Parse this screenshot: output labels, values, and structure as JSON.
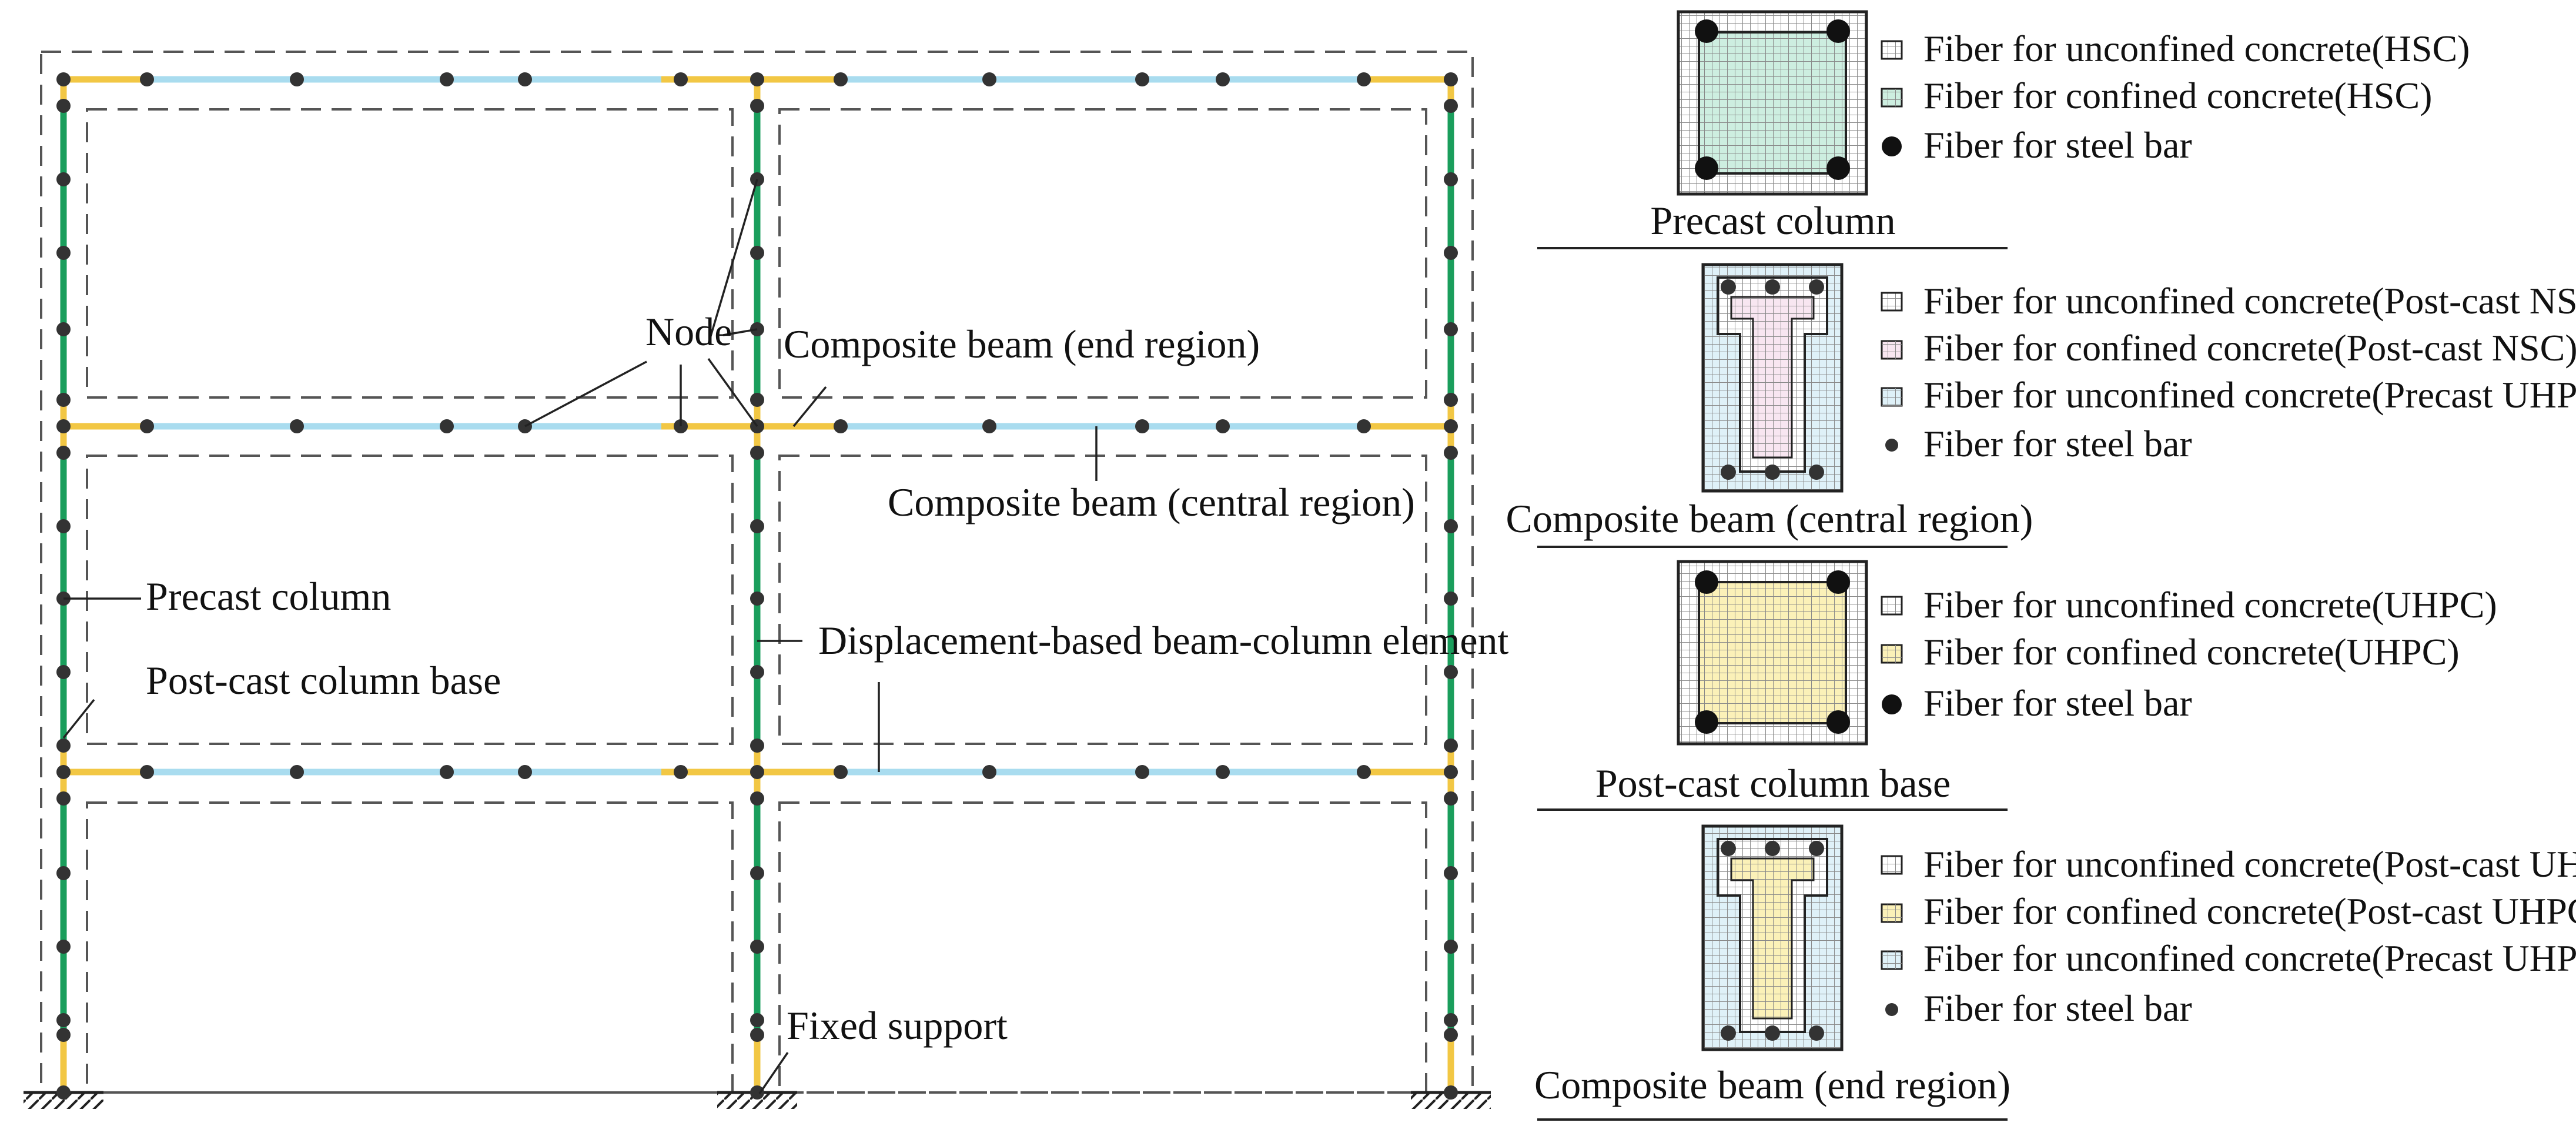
{
  "frame": {
    "labels": {
      "node": "Node",
      "composite_end": "Composite beam (end region)",
      "composite_central": "Composite beam (central region)",
      "precast_column": "Precast column",
      "post_cast_base": "Post-cast column base",
      "displacement_element": "Displacement-based beam-column element",
      "fixed_support": "Fixed support"
    }
  },
  "sections": [
    {
      "caption": "Precast  column",
      "legend": [
        {
          "kind": "grid",
          "fill": "#ffffff",
          "text": "Fiber for unconfined concrete(HSC)"
        },
        {
          "kind": "grid",
          "fill": "#cdeee0",
          "text": "Fiber for confined concrete(HSC)"
        },
        {
          "kind": "bar",
          "text": "Fiber for steel bar"
        }
      ]
    },
    {
      "caption": "Composite beam (central region)",
      "legend": [
        {
          "kind": "grid",
          "fill": "#ffffff",
          "text": "Fiber for unconfined concrete(Post-cast NSC)"
        },
        {
          "kind": "grid",
          "fill": "#f8e6f1",
          "text": "Fiber for confined concrete(Post-cast NSC)"
        },
        {
          "kind": "grid",
          "fill": "#dff1f8",
          "text": "Fiber for unconfined concrete(Precast UHPC)"
        },
        {
          "kind": "smallbar",
          "text": "Fiber for steel bar"
        }
      ]
    },
    {
      "caption": "Post-cast column base",
      "legend": [
        {
          "kind": "grid",
          "fill": "#ffffff",
          "text": "Fiber for unconfined concrete(UHPC)"
        },
        {
          "kind": "grid",
          "fill": "#fbf1b8",
          "text": "Fiber for confined concrete(UHPC)"
        },
        {
          "kind": "bar",
          "text": "Fiber for steel bar"
        }
      ]
    },
    {
      "caption": "Composite beam (end region)",
      "legend": [
        {
          "kind": "grid",
          "fill": "#ffffff",
          "text": "Fiber for unconfined concrete(Post-cast UHPC)"
        },
        {
          "kind": "grid",
          "fill": "#fbf1b8",
          "text": "Fiber for confined concrete(Post-cast UHPC)"
        },
        {
          "kind": "grid",
          "fill": "#dff1f8",
          "text": "Fiber for unconfined concrete(Precast UHPC)"
        },
        {
          "kind": "smallbar",
          "text": "Fiber for steel bar"
        }
      ]
    }
  ],
  "colors": {
    "column_green": "#1a9e5c",
    "end_yellow": "#f2c744",
    "beam_blue": "#a9dcef",
    "node": "#333333",
    "dash": "#555555",
    "grid_line": "#8a8a8a",
    "outline": "#222222"
  }
}
